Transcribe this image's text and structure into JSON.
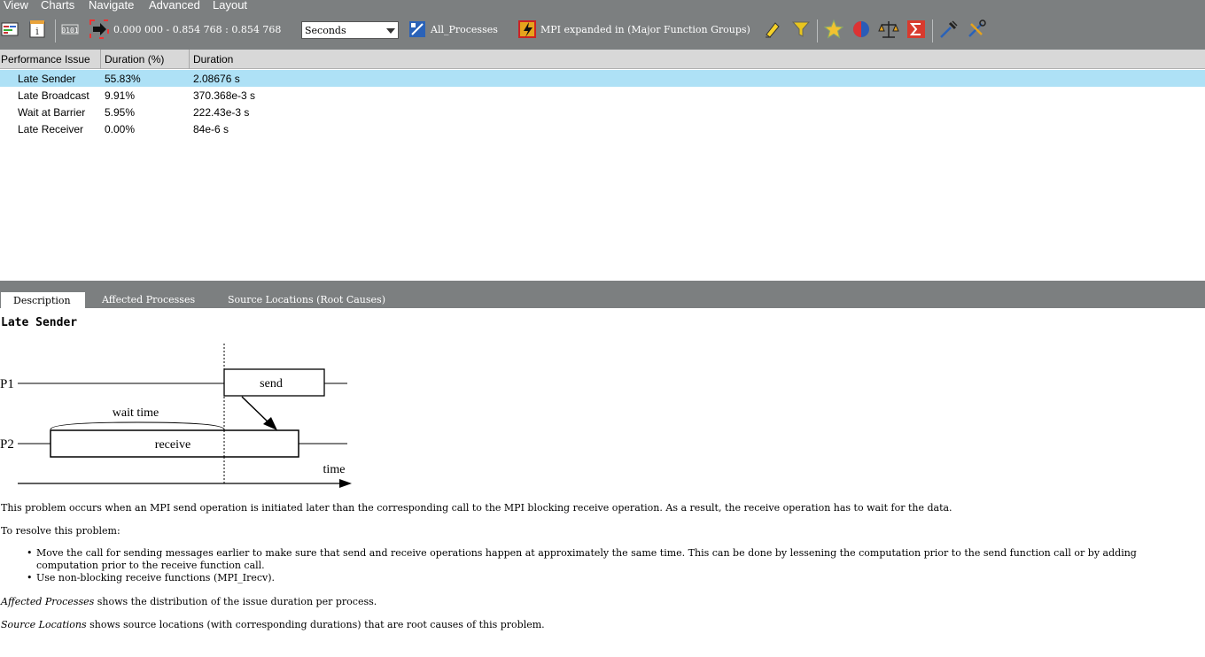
{
  "menu": [
    "View",
    "Charts",
    "Navigate",
    "Advanced",
    "Layout"
  ],
  "toolbar": {
    "time_range": "0.000 000 - 0.854 768 : 0.854 768",
    "unit_select": "Seconds",
    "process_group": "All_Processes",
    "function_group": "MPI expanded in (Major Function Groups)"
  },
  "table": {
    "headers": [
      "Performance Issue",
      "Duration (%)",
      "Duration"
    ],
    "rows": [
      {
        "issue": "Late Sender",
        "pct": "55.83%",
        "duration": "2.08676 s"
      },
      {
        "issue": "Late Broadcast",
        "pct": "9.91%",
        "duration": "370.368e-3 s"
      },
      {
        "issue": "Wait at Barrier",
        "pct": "5.95%",
        "duration": "222.43e-3 s"
      },
      {
        "issue": "Late Receiver",
        "pct": "0.00%",
        "duration": "84e-6 s"
      }
    ]
  },
  "tabs": [
    "Description",
    "Affected Processes",
    "Source Locations (Root Causes)"
  ],
  "description": {
    "title": "Late Sender",
    "diagram": {
      "p1": "P1",
      "p2": "P2",
      "send": "send",
      "receive": "receive",
      "wait_time": "wait time",
      "time": "time"
    },
    "para1": "This problem occurs when an MPI send operation is initiated later than the corresponding call to the MPI blocking receive operation. As a result, the receive operation has to wait for the data.",
    "para2": "To resolve this problem:",
    "bullet1_line1": "Move the call for sending messages earlier to make sure that send and receive operations happen at approximately the same time. This can be done by lessening the computation prior to the send function call or by adding",
    "bullet1_line2": "computation prior to the receive function call.",
    "bullet2": "Use non-blocking receive functions (MPI_Irecv).",
    "para3_em": "Affected Processes",
    "para3_rest": " shows the distribution of the issue duration per process.",
    "para4_em": "Source Locations",
    "para4_rest": " shows source locations (with corresponding durations) that are root causes of this problem."
  }
}
